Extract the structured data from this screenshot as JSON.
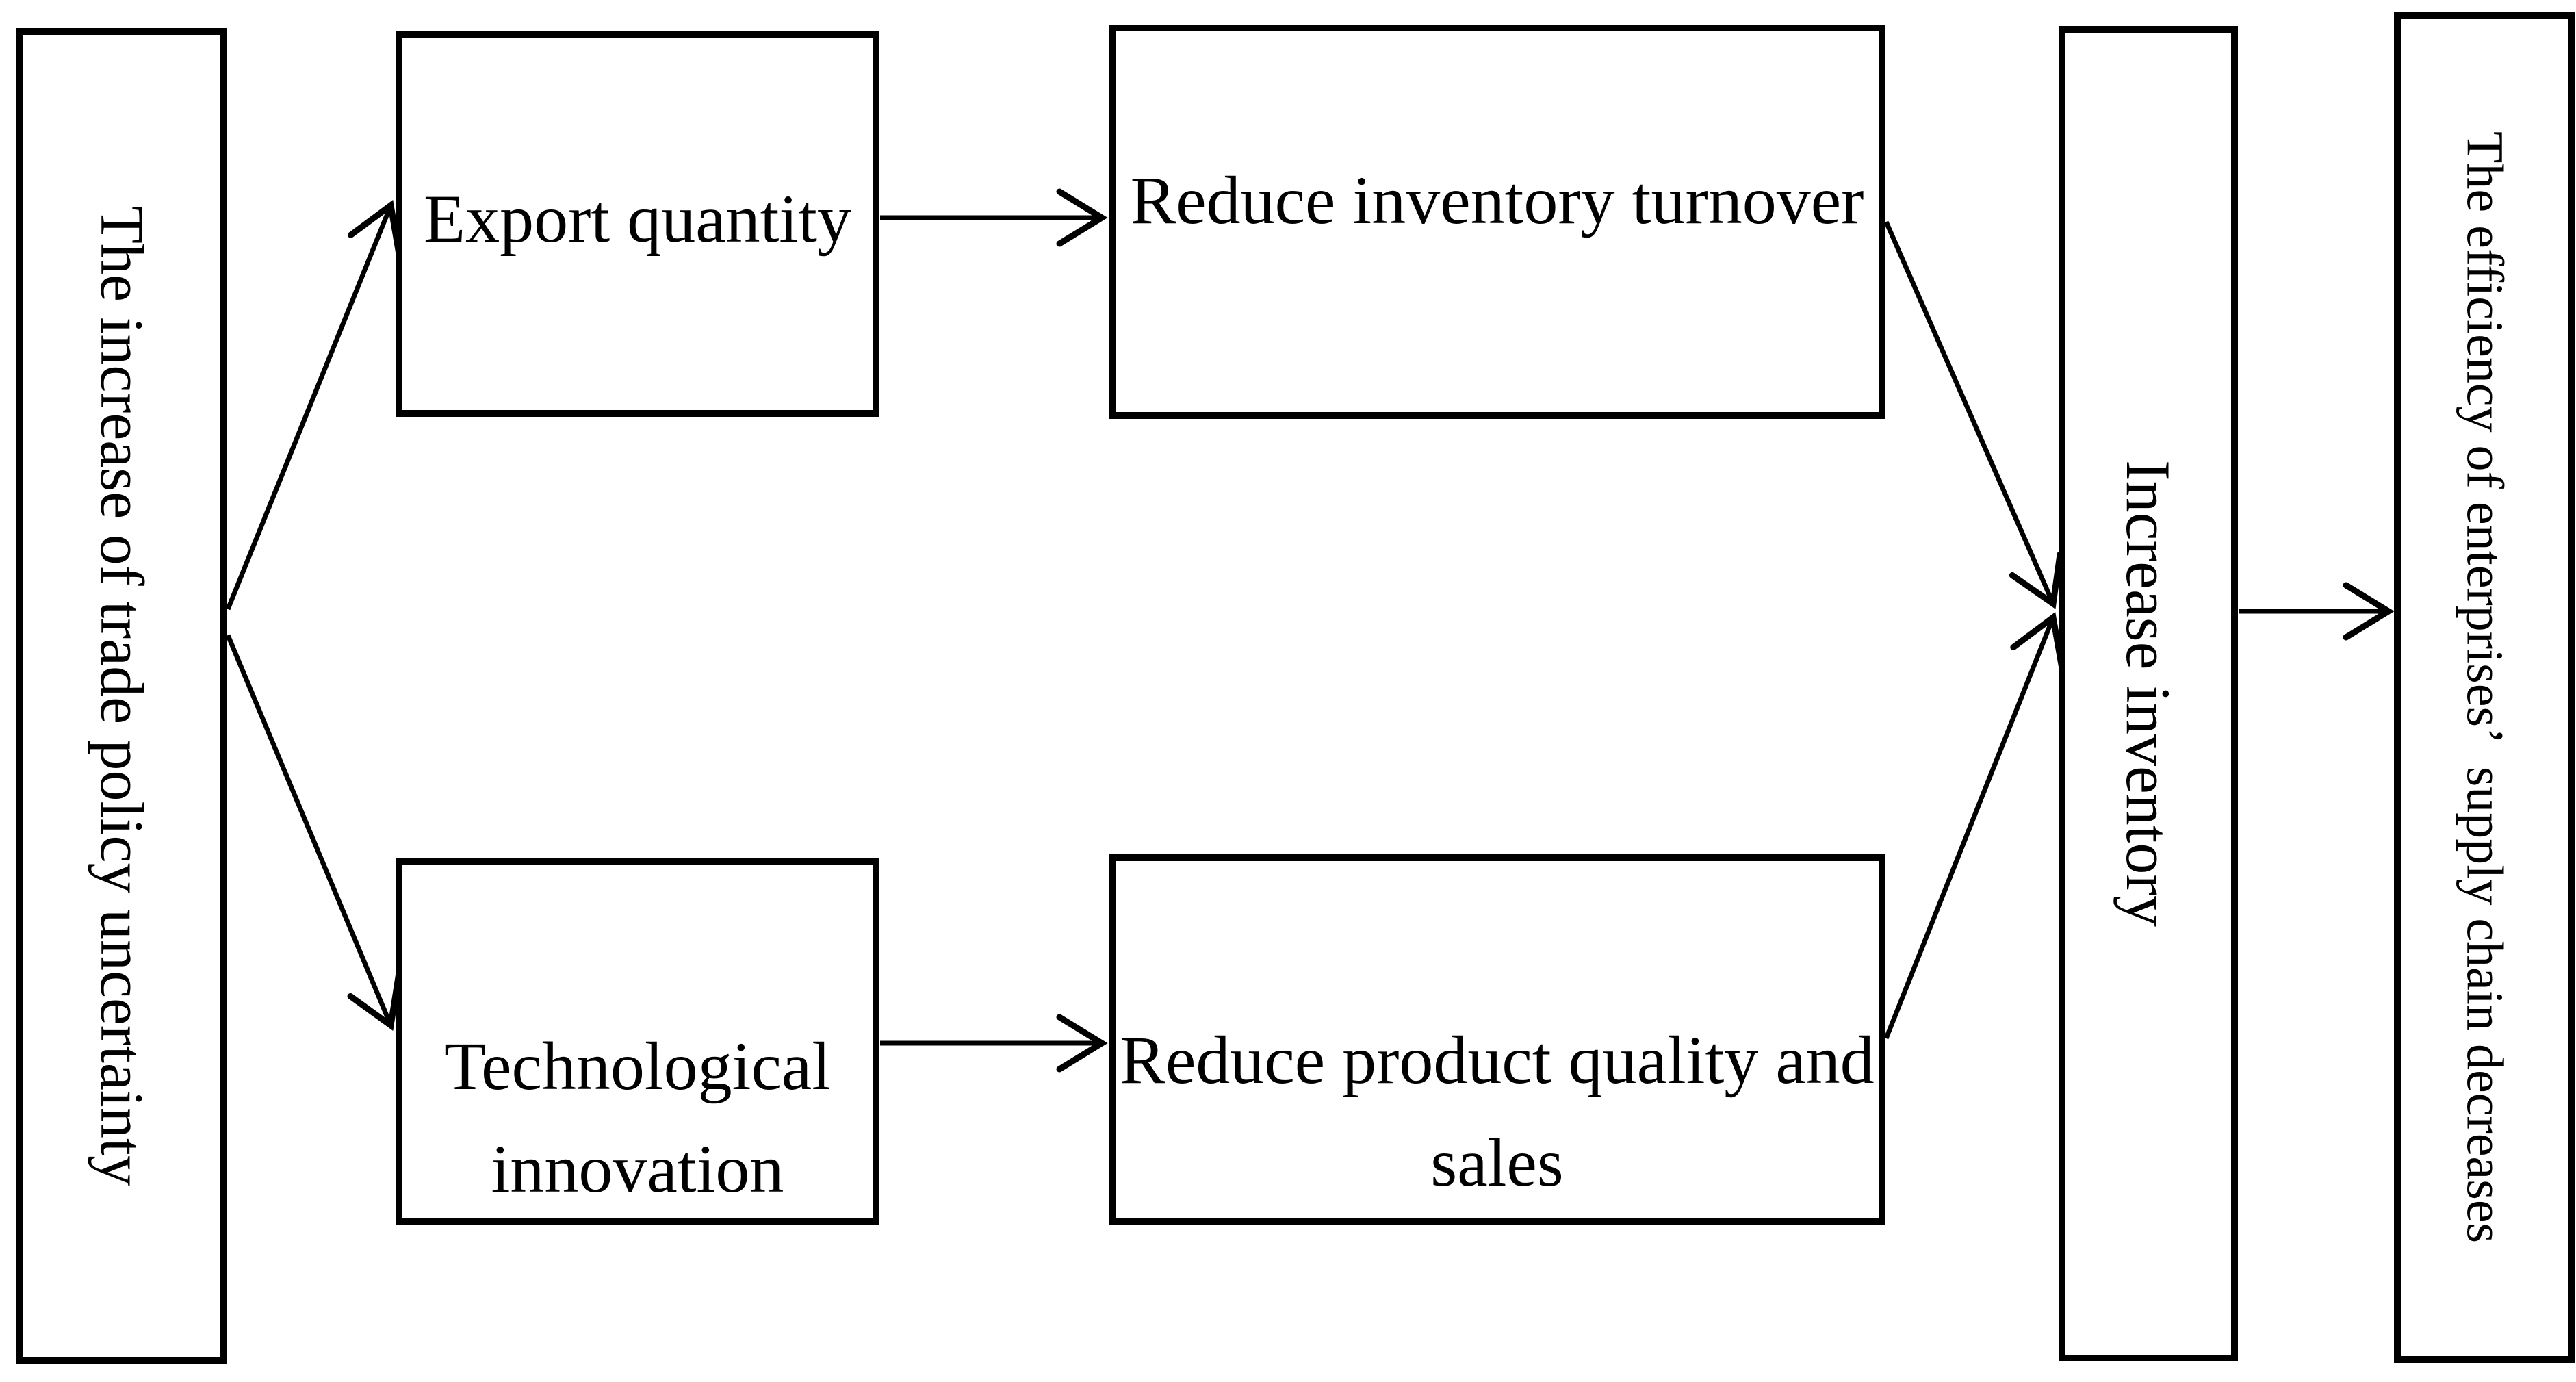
{
  "diagram": {
    "background_color": "#ffffff",
    "stroke_color": "#000000",
    "nodes": {
      "trade_policy": {
        "label": "The increase of trade policy uncertainty",
        "orientation": "vertical"
      },
      "export_quantity": {
        "label": "Export quantity",
        "orientation": "horizontal"
      },
      "inventory_turnover": {
        "label": "Reduce inventory turnover",
        "orientation": "horizontal"
      },
      "tech_innovation": {
        "label": "Technological\ninnovation",
        "orientation": "horizontal"
      },
      "product_quality": {
        "label": "Reduce product quality and\nsales",
        "orientation": "horizontal"
      },
      "increase_inventory": {
        "label": "Increase inventory",
        "orientation": "vertical"
      },
      "supply_chain": {
        "label": "The efficiency of enterprises’  supply chain decreases",
        "orientation": "vertical"
      }
    },
    "edges": [
      {
        "from": "trade_policy",
        "to": "export_quantity"
      },
      {
        "from": "trade_policy",
        "to": "tech_innovation"
      },
      {
        "from": "export_quantity",
        "to": "inventory_turnover"
      },
      {
        "from": "tech_innovation",
        "to": "product_quality"
      },
      {
        "from": "inventory_turnover",
        "to": "increase_inventory"
      },
      {
        "from": "product_quality",
        "to": "increase_inventory"
      },
      {
        "from": "increase_inventory",
        "to": "supply_chain"
      }
    ]
  }
}
